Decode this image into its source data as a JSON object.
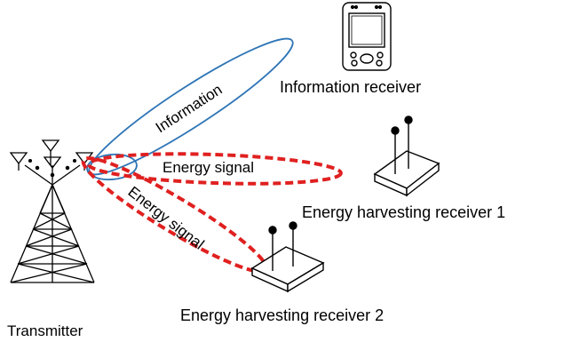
{
  "labels": {
    "transmitter": "Transmitter",
    "information_receiver": "Information receiver",
    "energy_receiver_1": "Energy harvesting receiver 1",
    "energy_receiver_2": "Energy harvesting receiver 2"
  },
  "beams": {
    "information": "Information",
    "energy_1": "Energy signal",
    "energy_2": "Energy signal"
  },
  "colors": {
    "information_beam": "#2E75B6",
    "energy_beam": "#E02020",
    "outline": "#000000"
  },
  "icons": [
    "transmitter-tower-icon",
    "pda-device-icon",
    "antenna-receiver-icon"
  ]
}
